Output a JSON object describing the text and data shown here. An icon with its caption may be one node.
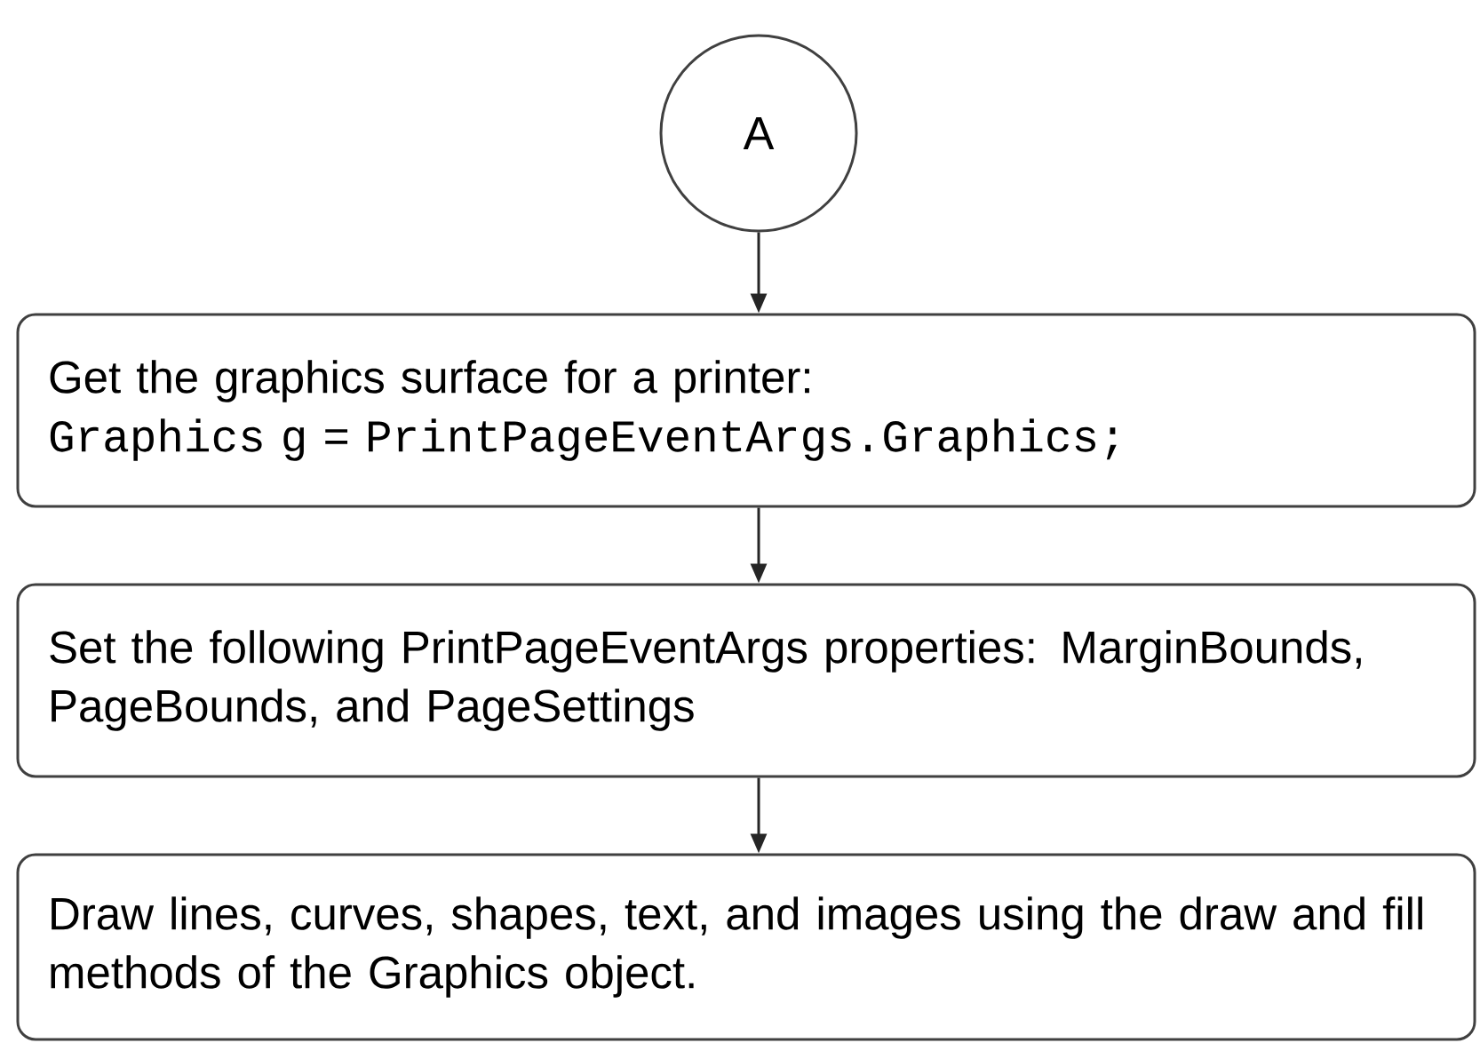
{
  "diagram": {
    "nodes": [
      {
        "text": [
          "A"
        ]
      },
      {
        "text": [
          "Get the graphics surface for a printer:",
          "Graphics g = PrintPageEventArgs.Graphics;"
        ]
      },
      {
        "text": [
          "Set the following PrintPageEventArgs properties: MarginBounds, PageBounds, and PageSettings"
        ]
      },
      {
        "text": [
          "Draw lines, curves, shapes, text, and images using the draw and fill methods of the Graphics object."
        ]
      }
    ],
    "edges": [
      {
        "from": 0,
        "to": 1,
        "arrow": "to"
      },
      {
        "from": 1,
        "to": 2,
        "arrow": "to"
      },
      {
        "from": 2,
        "to": 3,
        "arrow": "to"
      }
    ]
  }
}
